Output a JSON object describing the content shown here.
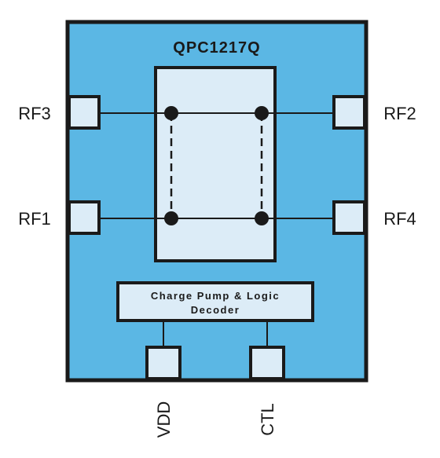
{
  "chip": {
    "part_number": "QPC1217Q",
    "logic_block_line1": "Charge Pump & Logic",
    "logic_block_line2": "Decoder"
  },
  "pins": {
    "rf3": "RF3",
    "rf2": "RF2",
    "rf1": "RF1",
    "rf4": "RF4",
    "vdd": "VDD",
    "ctl": "CTL"
  },
  "colors": {
    "package_fill": "#5bb7e4",
    "switch_fill": "#dcecf7",
    "outline": "#1a1a1a"
  }
}
